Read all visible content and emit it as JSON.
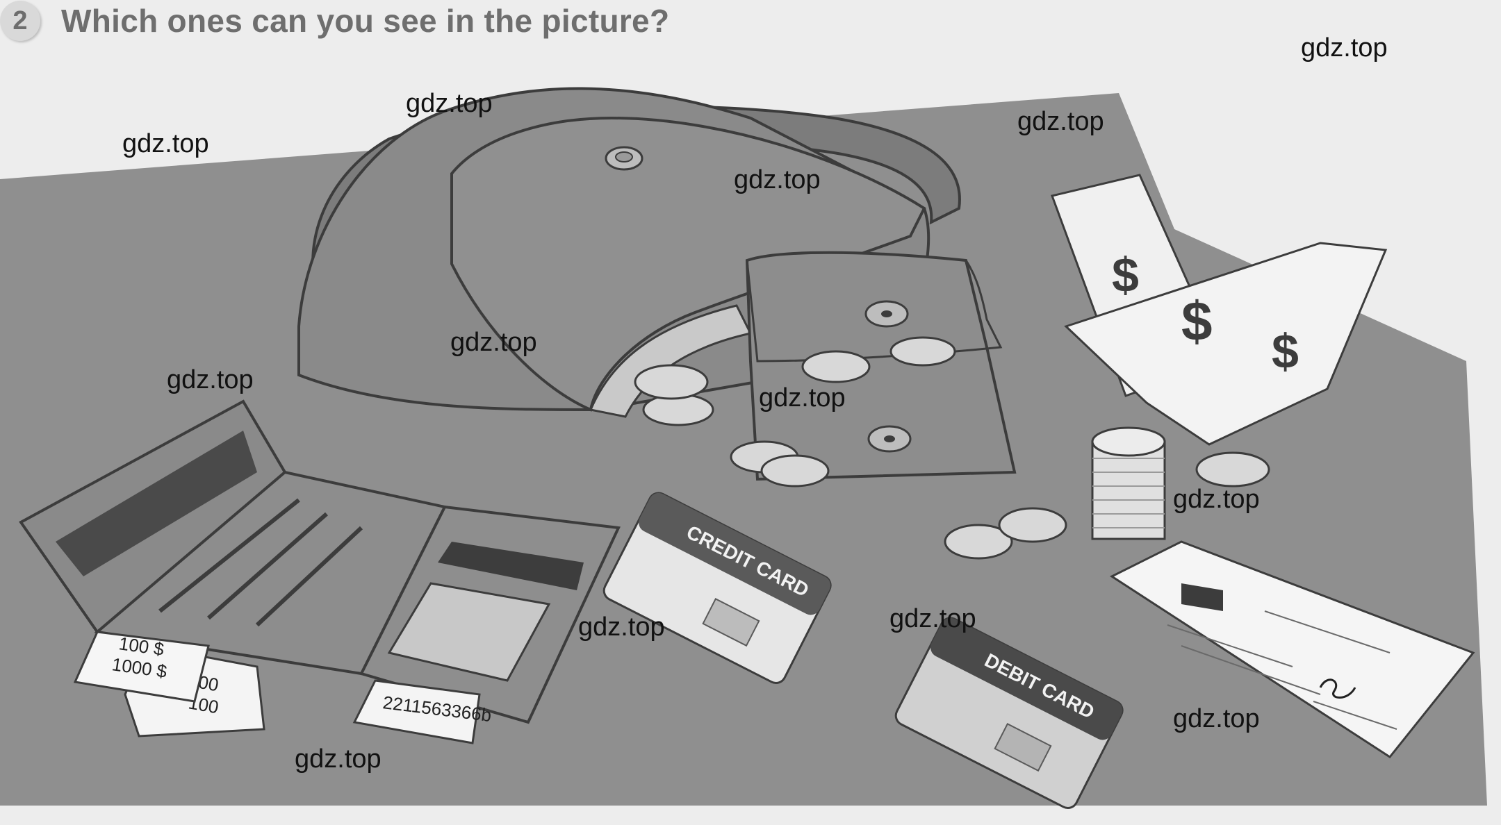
{
  "exercise": {
    "number": "2",
    "question": "Which ones can you see in the picture?"
  },
  "watermark": "gdz.top",
  "items": {
    "credit_card_label": "CREDIT CARD",
    "debit_card_label": "DEBIT CARD",
    "receipt_1_line1": "100 $",
    "receipt_1_line2": "1000 $",
    "receipt_2_line1": "100",
    "receipt_2_line2": "100",
    "ticket_number": "2211563366b"
  },
  "colors": {
    "table": "#8f8f8f",
    "bag": "#8a8a8a",
    "outline": "#3c3c3c",
    "paper": "#f2f2f2"
  }
}
